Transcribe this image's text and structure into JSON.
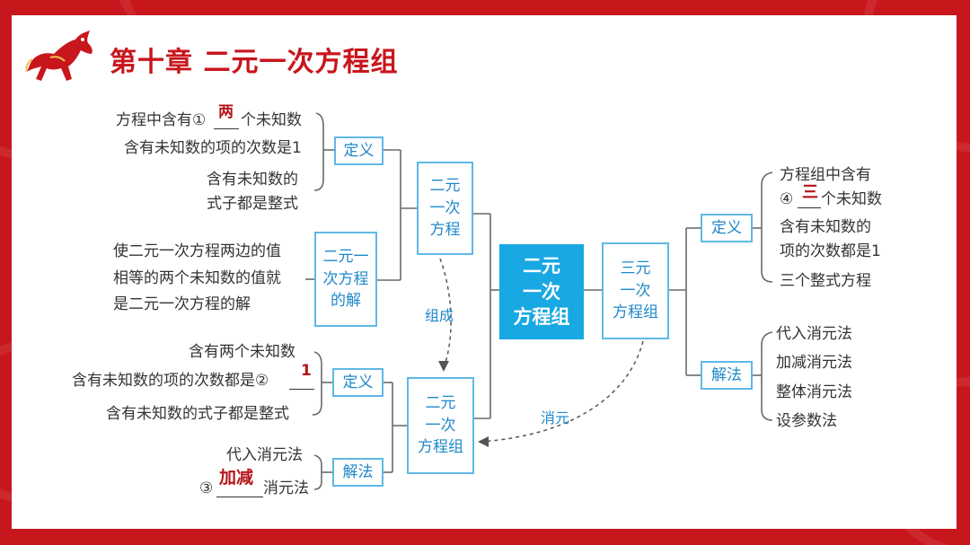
{
  "header": {
    "title": "第十章  二元一次方程组"
  },
  "center": {
    "label": "二元\n一次\n方程组"
  },
  "left_top_group": {
    "box": "二元\n一次\n方程",
    "definition": {
      "box": "定义",
      "line1_pre": "方程中含有①",
      "line1_post": "个未知数",
      "answer1": "两",
      "line2": "含有未知数的项的次数是1",
      "line3a": "含有未知数的",
      "line3b": "式子都是整式"
    },
    "solution": {
      "box": "二元一\n次方程\n的解",
      "line1": "使二元一次方程两边的值",
      "line2": "相等的两个未知数的值就",
      "line3": "是二元一次方程的解"
    }
  },
  "connector_compose": "组成",
  "connector_eliminate": "消元",
  "left_bottom_group": {
    "box": "二元\n一次\n方程组",
    "definition": {
      "box": "定义",
      "line1": "含有两个未知数",
      "line2": "含有未知数的项的次数都是②",
      "answer2": "1",
      "line3": "含有未知数的式子都是整式"
    },
    "method": {
      "box": "解法",
      "line1": "代入消元法",
      "line2_pre": "③",
      "line2_post": "消元法",
      "answer3": "加减"
    }
  },
  "right_group": {
    "box": "三元\n一次\n方程组",
    "definition": {
      "box": "定义",
      "line1": "方程组中含有",
      "line2_pre": "④",
      "line2_post": "个未知数",
      "answer4": "三",
      "line3": "含有未知数的",
      "line4": "项的次数都是1",
      "line5": "三个整式方程"
    },
    "method": {
      "box": "解法",
      "items": [
        "代入消元法",
        "加减消元法",
        "整体消元法",
        "设参数法"
      ]
    }
  },
  "colors": {
    "accent_red": "#c8161d",
    "answer_red": "#b4151b",
    "box_blue": "#18a8e3",
    "box_border": "#5fb8e6",
    "text_blue": "#1e88c9"
  }
}
